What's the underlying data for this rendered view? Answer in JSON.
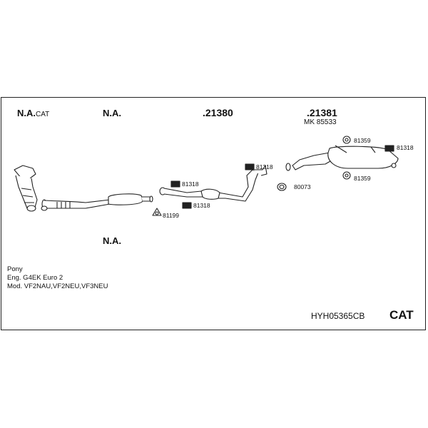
{
  "header": {
    "label_1_main": "N.A.",
    "label_1_suffix": "CAT",
    "label_2": "N.A.",
    "part_1": ".21380",
    "part_2": ".21381",
    "part_2_sub": "MK  85533"
  },
  "parts": {
    "r81359_top": "81359",
    "r81318_right": "81318",
    "r81318_mid": "81318",
    "r80073": "80073",
    "r81359_bottom": "81359",
    "r81318_left_top": "81318",
    "r81318_left_bottom": "81318",
    "r81199": "81199"
  },
  "lower_label": "N.A.",
  "vehicle": {
    "model": "Pony",
    "engine": "Eng. G4EK   Euro 2",
    "modifications": "Mod. VF2NAU,VF2NEU,VF3NEU"
  },
  "footer": {
    "code": "HYH05365CB",
    "type": "CAT"
  }
}
